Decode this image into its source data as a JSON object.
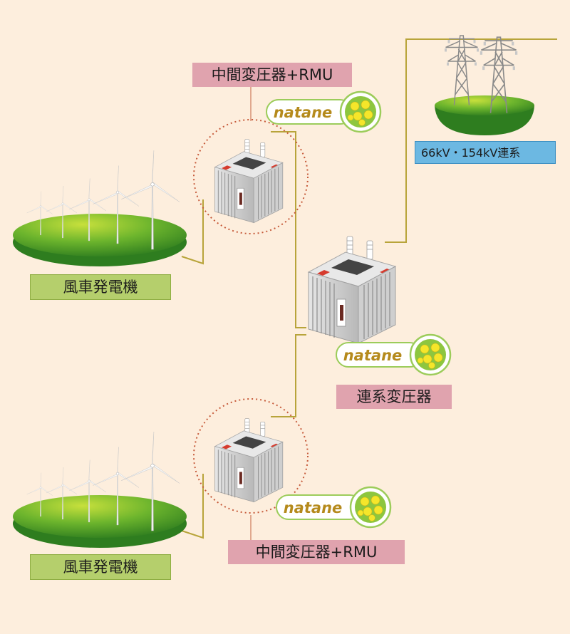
{
  "labels": {
    "wind_top": "風車発電機",
    "wind_bottom": "風車発電機",
    "intermediate_top": "中間変圧器+RMU",
    "intermediate_bottom": "中間変圧器+RMU",
    "grid_connection_transformer": "連系変圧器",
    "grid_connection": "66kV・154kV連系"
  },
  "brand": {
    "badge_text": "natane",
    "text_color": "#b58a1c",
    "flower_color": "#f2e32a",
    "leaf_color": "#6db33f"
  },
  "colors": {
    "background": "#fdeedd",
    "cable": "#b8a43a",
    "label_green": "#b5cf6c",
    "label_pink": "#e0a3ae",
    "label_blue": "#6cb8e2",
    "circle_dots": "#c65a3a"
  }
}
